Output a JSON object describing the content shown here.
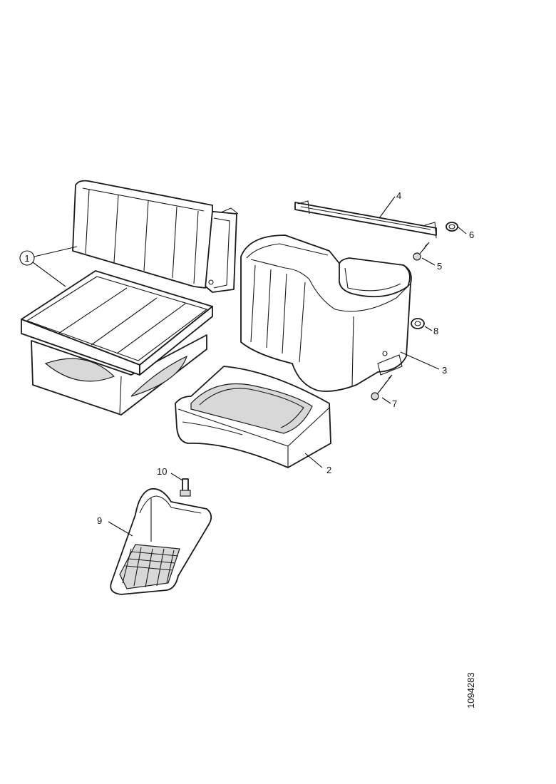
{
  "figure": {
    "reference_number": "1094283",
    "callouts": [
      {
        "id": "1",
        "label": "1"
      },
      {
        "id": "2",
        "label": "2"
      },
      {
        "id": "3",
        "label": "3"
      },
      {
        "id": "4",
        "label": "4"
      },
      {
        "id": "5",
        "label": "5"
      },
      {
        "id": "6",
        "label": "6"
      },
      {
        "id": "7",
        "label": "7"
      },
      {
        "id": "8",
        "label": "8"
      },
      {
        "id": "9",
        "label": "9"
      },
      {
        "id": "10",
        "label": "10"
      }
    ]
  }
}
